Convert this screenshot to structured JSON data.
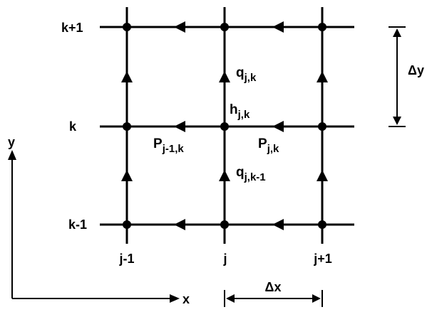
{
  "rows": {
    "top": "k+1",
    "middle": "k",
    "bottom": "k-1"
  },
  "columns": {
    "left": "j-1",
    "middle": "j",
    "right": "j+1"
  },
  "axes": {
    "x": "x",
    "y": "y"
  },
  "spacing": {
    "dx": "Δx",
    "dy": "Δy"
  },
  "variables": {
    "q_upper": {
      "base": "q",
      "sub": "j,k"
    },
    "h": {
      "base": "h",
      "sub": "j,k"
    },
    "p_left": {
      "base": "P",
      "sub": "j-1,k"
    },
    "p_right": {
      "base": "P",
      "sub": "j,k"
    },
    "q_lower": {
      "base": "q",
      "sub": "j,k-1"
    }
  }
}
